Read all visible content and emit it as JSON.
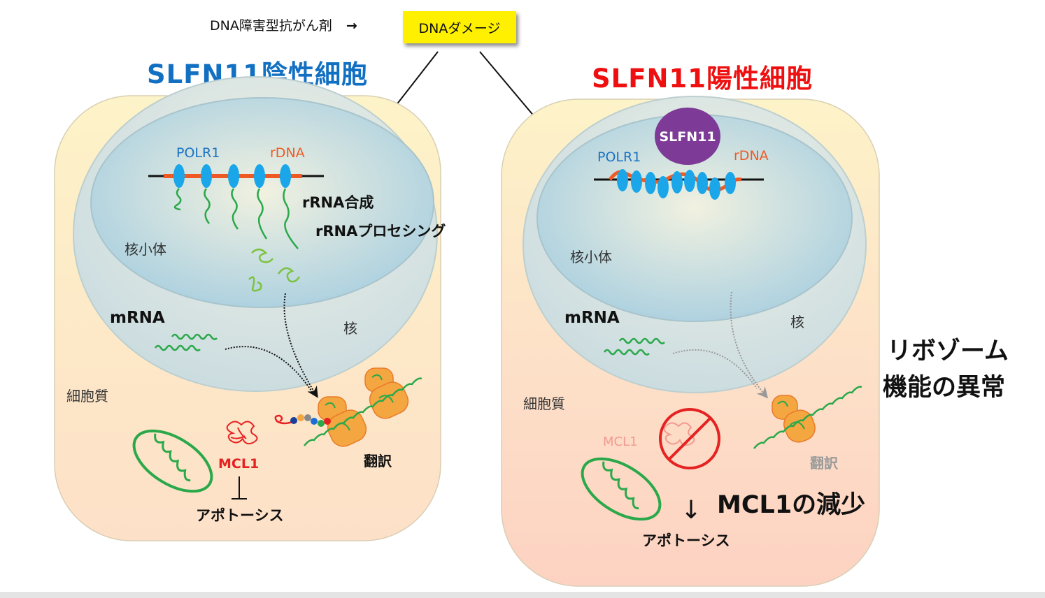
{
  "header": {
    "drug_label": "DNA障害型抗がん剤",
    "drug_arrow": "→",
    "damage_box_label": "DNAダメージ",
    "damage_box_color": "#fff000"
  },
  "left_cell": {
    "title": "SLFN11陰性細胞",
    "title_color": "#1270c2",
    "polymerase_label": "POLR1",
    "rdna_label": "rDNA",
    "rrna_synthesis_label": "rRNA合成",
    "rrna_processing_label": "rRNAプロセシング",
    "nucleolus_label": "核小体",
    "mrna_label": "mRNA",
    "nucleus_label": "核",
    "cytoplasm_label": "細胞質",
    "mcl1_label": "MCL1",
    "translation_label": "翻訳",
    "apoptosis_label": "アポトーシス",
    "inhibition_symbol": "⊥"
  },
  "right_cell": {
    "title": "SLFN11陽性細胞",
    "title_color": "#ee1010",
    "slfn11_label": "SLFN11",
    "polymerase_label": "POLR1",
    "rdna_label": "rDNA",
    "nucleolus_label": "核小体",
    "mrna_label": "mRNA",
    "nucleus_label": "核",
    "cytoplasm_label": "細胞質",
    "mcl1_label": "MCL1",
    "translation_label": "翻訳",
    "apoptosis_label": "アポトーシス",
    "decrease_arrow": "↓",
    "mcl1_decrease_note": "MCL1の減少",
    "ribosome_note_line1": "リボゾーム",
    "ribosome_note_line2": "機能の異常"
  },
  "colors": {
    "polymerase": "#1aa6e8",
    "rdna": "#ef5a24",
    "rna_green": "#2aa84a",
    "ribosome": "#f4a640",
    "mcl1_red": "#e52222",
    "slfn11_purple": "#7d3a96",
    "cell_top": "#fdf2c6",
    "cell_bottom_left": "#fde2c8",
    "cell_bottom_right": "#fdd3c4"
  }
}
